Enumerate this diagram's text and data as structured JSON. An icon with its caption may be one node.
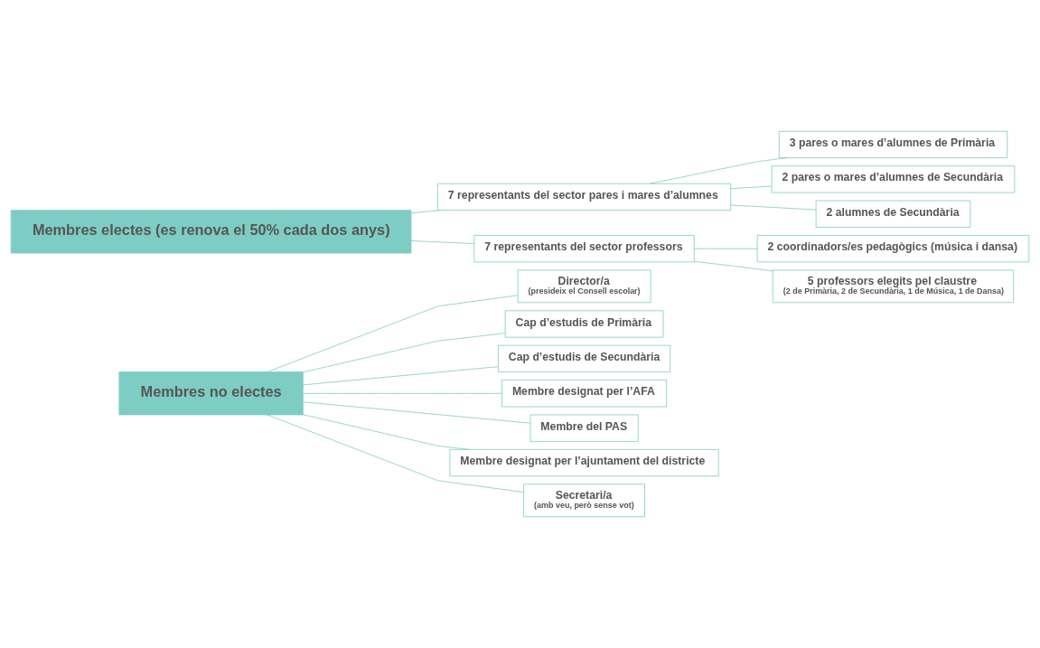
{
  "diagram": {
    "nodes": [
      {
        "text": [
          "Membres no electes"
        ]
      },
      {
        "text": [
          "Director/a",
          "(presideix el Consell escolar)"
        ]
      },
      {
        "text": [
          "Cap d’estudis de Primària"
        ]
      },
      {
        "text": [
          "Cap d’estudis de Secundària"
        ]
      },
      {
        "text": [
          "Membre designat per l’AFA"
        ]
      },
      {
        "text": [
          "Membre del PAS"
        ]
      },
      {
        "text": [
          "Membre designat per l’ajuntament del districte"
        ]
      },
      {
        "text": [
          "Secretari/a",
          "(amb veu, però sense vot)"
        ]
      },
      {
        "text": [
          "Membres electes (es renova el 50% cada dos anys)"
        ]
      },
      {
        "text": [
          "7 representants del sector pares i mares d’alumnes"
        ]
      },
      {
        "text": [
          "3 pares o mares d’alumnes de Primària"
        ]
      },
      {
        "text": [
          "2 pares o mares d’alumnes de Secundària"
        ]
      },
      {
        "text": [
          "2 alumnes de Secundària"
        ]
      },
      {
        "text": [
          "7 representants del sector professors"
        ]
      },
      {
        "text": [
          "2 coordinadors/es pedagògics (música i dansa)"
        ]
      },
      {
        "text": [
          "5 professors elegits pel claustre",
          "(2 de Primària, 2 de Secundària, 1 de Música, 1 de Dansa)"
        ]
      }
    ],
    "edges": [
      {
        "from": 0,
        "to": 1,
        "arrow": "none"
      },
      {
        "from": 0,
        "to": 2,
        "arrow": "none"
      },
      {
        "from": 0,
        "to": 3,
        "arrow": "none"
      },
      {
        "from": 0,
        "to": 4,
        "arrow": "none"
      },
      {
        "from": 0,
        "to": 5,
        "arrow": "none"
      },
      {
        "from": 0,
        "to": 6,
        "arrow": "none"
      },
      {
        "from": 0,
        "to": 7,
        "arrow": "none"
      },
      {
        "from": 8,
        "to": 9,
        "arrow": "none"
      },
      {
        "from": 9,
        "to": 10,
        "arrow": "none"
      },
      {
        "from": 9,
        "to": 11,
        "arrow": "none"
      },
      {
        "from": 9,
        "to": 12,
        "arrow": "none"
      },
      {
        "from": 8,
        "to": 13,
        "arrow": "none"
      },
      {
        "from": 13,
        "to": 14,
        "arrow": "none"
      },
      {
        "from": 13,
        "to": 15,
        "arrow": "none"
      }
    ]
  }
}
